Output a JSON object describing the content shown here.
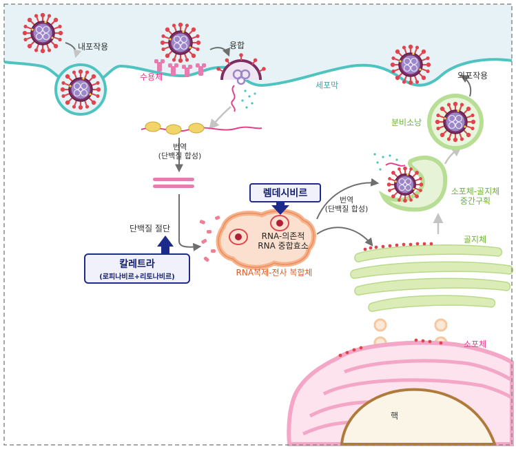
{
  "labels": {
    "endocytosis": "내포작용",
    "fusion": "융합",
    "receptor": "수용체",
    "cell_membrane": "세포막",
    "exocytosis": "외포작용",
    "secretory_vesicle": "분비소낭",
    "translation_left": "번역",
    "translation_left_sub": "(단백질 합성)",
    "translation_right": "번역",
    "translation_right_sub": "(단백질 합성)",
    "protein_cleavage": "단백질 절단",
    "rdrp_line1": "RNA-의존적",
    "rdrp_line2": "RNA 중합효소",
    "replication_complex": "RNA복제-전사 복합체",
    "ergic_line1": "소포체-골지체",
    "ergic_line2": "중간구획",
    "golgi": "골지체",
    "er": "소포체",
    "nucleus": "핵"
  },
  "drugs": {
    "remdesivir": "렘데시비르",
    "kaletra": "칼레트라",
    "kaletra_sub": "(로피나비르+리토나비르)"
  },
  "colors": {
    "extracellular": "#e6f2f5",
    "membrane": "#4ec3bf",
    "virus_body": "#8a3a6e",
    "virus_spike": "#e0454f",
    "er_pink": "#f3a6c6",
    "golgi_green": "#dcecb6",
    "complex_orange": "#f6b38a",
    "drug_navy": "#1c2a8a",
    "label_pink": "#e4408a",
    "label_teal": "#3aa8a8",
    "label_green": "#6cb23a",
    "label_orange": "#e05a20"
  }
}
